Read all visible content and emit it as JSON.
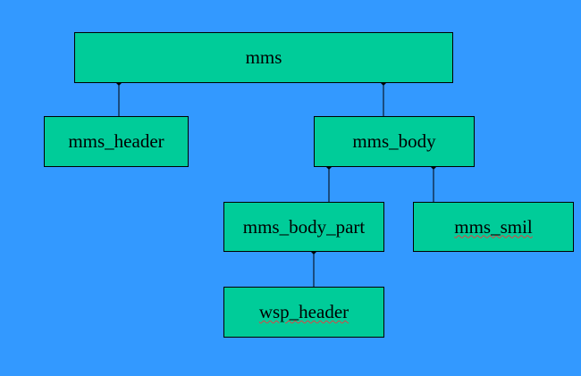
{
  "diagram": {
    "type": "composition-tree",
    "colors": {
      "background": "#3399ff",
      "node_fill": "#00cc99",
      "line": "#000000"
    },
    "nodes": {
      "mms": {
        "label": "mms"
      },
      "mms_header": {
        "label": "mms_header"
      },
      "mms_body": {
        "label": "mms_body"
      },
      "mms_body_part": {
        "label": "mms_body_part"
      },
      "mms_smil": {
        "label": "mms_smil"
      },
      "wsp_header": {
        "label": "wsp_header"
      }
    },
    "edges": [
      {
        "from": "mms",
        "to": "mms_header",
        "marker": "diamond"
      },
      {
        "from": "mms",
        "to": "mms_body",
        "marker": "diamond"
      },
      {
        "from": "mms_body",
        "to": "mms_body_part",
        "marker": "diamond"
      },
      {
        "from": "mms_body",
        "to": "mms_smil",
        "marker": "diamond"
      },
      {
        "from": "mms_body_part",
        "to": "wsp_header",
        "marker": "diamond"
      }
    ]
  }
}
